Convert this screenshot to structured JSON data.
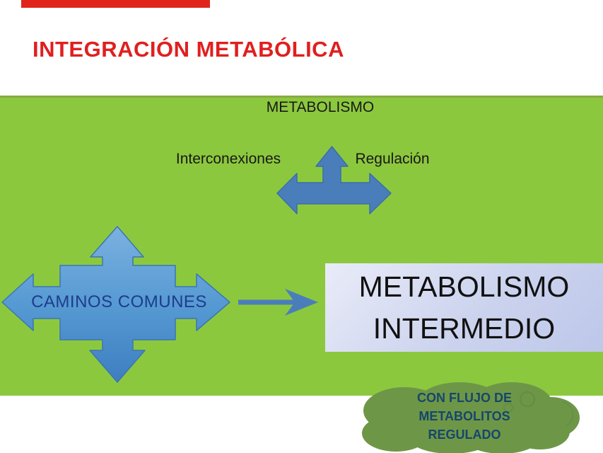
{
  "slide": {
    "title": "INTEGRACIÓN METABÓLICA",
    "top_label": "METABOLISMO",
    "branch_left_label": "Interconexiones",
    "branch_right_label": "Regulación",
    "quad_arrow_label": "CAMINOS COMUNES",
    "result_box_text": "METABOLISMO\nINTERMEDIO",
    "cloud_note_text": "CON FLUJO DE\nMETABOLITOS\nREGULADO"
  },
  "colors": {
    "title_red": "#e01f1f",
    "top_strip_red": "#e0241b",
    "background_green": "#8cc83e",
    "band_border_olive": "#87ab42",
    "three_way_arrow_blue": "#4a7ebb",
    "quad_arrow_gradient_top": "#7cb1e0",
    "quad_arrow_gradient_bottom": "#3e7ec0",
    "quad_arrow_border": "#3a76b4",
    "caminos_label_navy": "#1e3c8c",
    "result_box_light": "#e9ecf8",
    "result_box_dark": "#bdc7e9",
    "cloud_green": "#6d9747",
    "cloud_text_navy": "#17466b"
  }
}
